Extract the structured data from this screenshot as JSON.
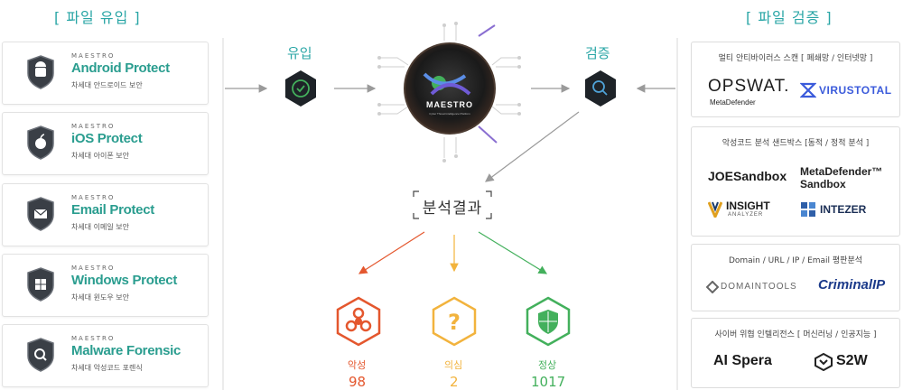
{
  "titles": {
    "left": "[ 파일 유입 ]",
    "right": "[ 파일 검증 ]"
  },
  "products": [
    {
      "brand": "MAESTRO",
      "name": "Android Protect",
      "desc": "차세대 안드로이드 보안",
      "icon": "android-icon"
    },
    {
      "brand": "MAESTRO",
      "name": "iOS Protect",
      "desc": "차세대 아이폰 보안",
      "icon": "apple-icon"
    },
    {
      "brand": "MAESTRO",
      "name": "Email Protect",
      "desc": "차세대 이메일 보안",
      "icon": "mail-icon"
    },
    {
      "brand": "MAESTRO",
      "name": "Windows Protect",
      "desc": "차세대 윈도우 보안",
      "icon": "windows-icon"
    },
    {
      "brand": "MAESTRO",
      "name": "Malware Forensic",
      "desc": "차세대 악성코드 포렌식",
      "icon": "magnifier-icon"
    }
  ],
  "flow": {
    "inflow_label": "유입",
    "verify_label": "검증",
    "center_logo": "MAESTRO",
    "center_sub": "Cyber Threat Intelligence Platform",
    "analysis_label": "분석결과"
  },
  "results": [
    {
      "label": "악성",
      "value": "98",
      "color": "#e4572e",
      "icon": "biohazard-icon"
    },
    {
      "label": "의심",
      "value": "2",
      "color": "#f2b33d",
      "icon": "question-icon"
    },
    {
      "label": "정상",
      "value": "1017",
      "color": "#43b05c",
      "icon": "shield-check-icon"
    }
  ],
  "vendors": [
    {
      "title": "멀티 안티바이러스 스캔 [ 폐쇄망 / 인터넷망 ]",
      "logos": [
        "OPSWAT.",
        "MetaDefender",
        "VIRUSTOTAL"
      ]
    },
    {
      "title": "악성코드 분석 샌드박스 [동적 / 정적 분석 ]",
      "logos": [
        "JOESandbox",
        "MetaDefender™",
        "Sandbox",
        "INSIGHT",
        "ANALYZER",
        "INTEZER"
      ]
    },
    {
      "title": "Domain / URL / IP / Email 평판분석",
      "logos": [
        "DOMAINTOOLS",
        "CriminalIP"
      ]
    },
    {
      "title": "사이버 위협 인텔리전스 [ 머신러닝 / 인공지능 ]",
      "logos": [
        "AI Spera",
        "S2W"
      ]
    }
  ],
  "colors": {
    "accent": "#2aa6a6",
    "product": "#2a9d8f",
    "malicious": "#e4572e",
    "suspicious": "#f2b33d",
    "normal": "#43b05c"
  }
}
